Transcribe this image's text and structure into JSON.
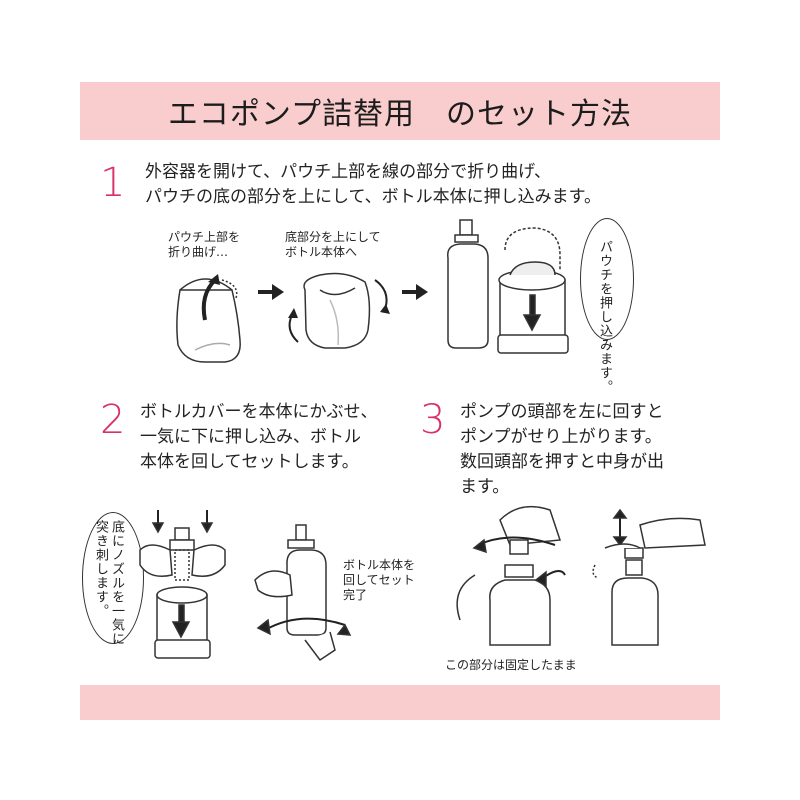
{
  "title": "エコポンプ詰替用　のセット方法",
  "steps": [
    {
      "number": "1",
      "lines": [
        "外容器を開けて、パウチ上部を線の部分で折り曲げ、",
        "パウチの底の部分を上にして、ボトル本体に押し込みます。"
      ],
      "labels": {
        "fold": [
          "パウチ上部を",
          "折り曲げ…"
        ],
        "flip": [
          "底部分を上にして",
          "ボトル本体へ"
        ],
        "push": "パウチを押し込みます。"
      }
    },
    {
      "number": "2",
      "lines": [
        "ボトルカバーを本体にかぶせ、",
        "一気に下に押し込み、ボトル",
        "本体を回してセットします。"
      ],
      "labels": {
        "pierce": [
          "底にノズルを一気に",
          "突き刺します。"
        ],
        "rotate": [
          "ボトル本体を",
          "回してセット",
          "完了"
        ]
      }
    },
    {
      "number": "3",
      "lines": [
        "ポンプの頭部を左に回すと",
        "ポンプがせり上がります。",
        "数回頭部を押すと中身が出",
        "ます。"
      ],
      "labels": {
        "fixed": "この部分は固定したまま"
      }
    }
  ],
  "colors": {
    "banner": "#f9cdcd",
    "step_number": "#d8306a"
  }
}
